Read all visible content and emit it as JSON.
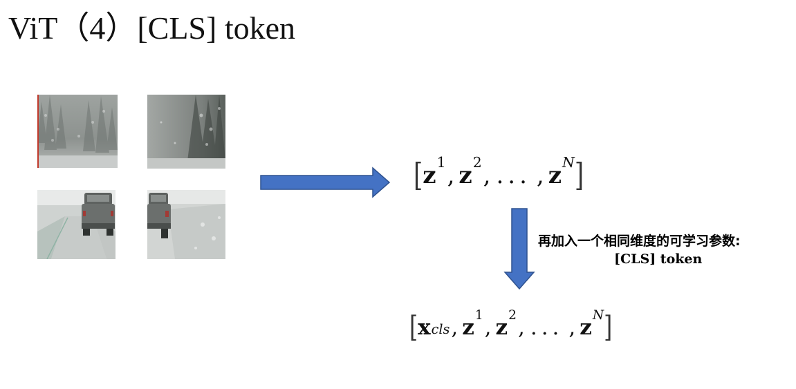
{
  "slide": {
    "title": "ViT（4）[CLS] token",
    "patches": [
      {
        "name": "snowy-forest-left",
        "content": "snow-covered trees"
      },
      {
        "name": "snowy-forest-right",
        "content": "snow-covered trees"
      },
      {
        "name": "truck-on-snowy-road-left",
        "content": "pickup truck on snowy road"
      },
      {
        "name": "truck-on-snowy-road-right",
        "content": "pickup truck on snowy road"
      }
    ],
    "colors": {
      "arrow_fill": "#4472C4",
      "arrow_stroke": "#2F528F",
      "patch_border": "#C0392B"
    },
    "expr1": {
      "open": "[",
      "close": "]",
      "terms": [
        {
          "base": "z",
          "sup": "1"
        },
        {
          "base": "z",
          "sup": "2"
        },
        {
          "dots": "..."
        },
        {
          "base": "z",
          "sup": "N"
        }
      ]
    },
    "expr2": {
      "open": "[",
      "close": "]",
      "terms": [
        {
          "base": "x",
          "sub": "cls"
        },
        {
          "base": "z",
          "sup": "1"
        },
        {
          "base": "z",
          "sup": "2"
        },
        {
          "dots": "..."
        },
        {
          "base": "z",
          "sup": "N"
        }
      ]
    },
    "note": {
      "line1": "再加入一个相同维度的可学习参数:",
      "line2": "[CLS] token"
    }
  }
}
